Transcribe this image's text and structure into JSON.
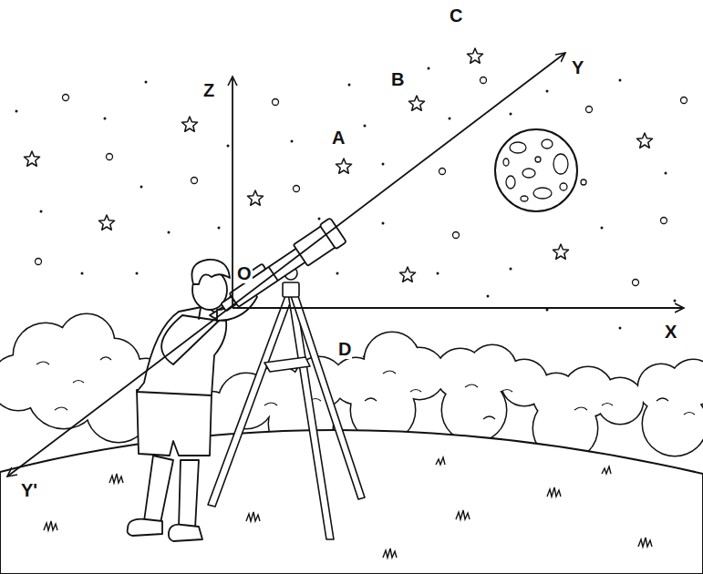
{
  "diagram": {
    "labels": [
      "C",
      "Y",
      "B",
      "Z",
      "A",
      "O",
      "X",
      "D",
      "Y'"
    ]
  }
}
